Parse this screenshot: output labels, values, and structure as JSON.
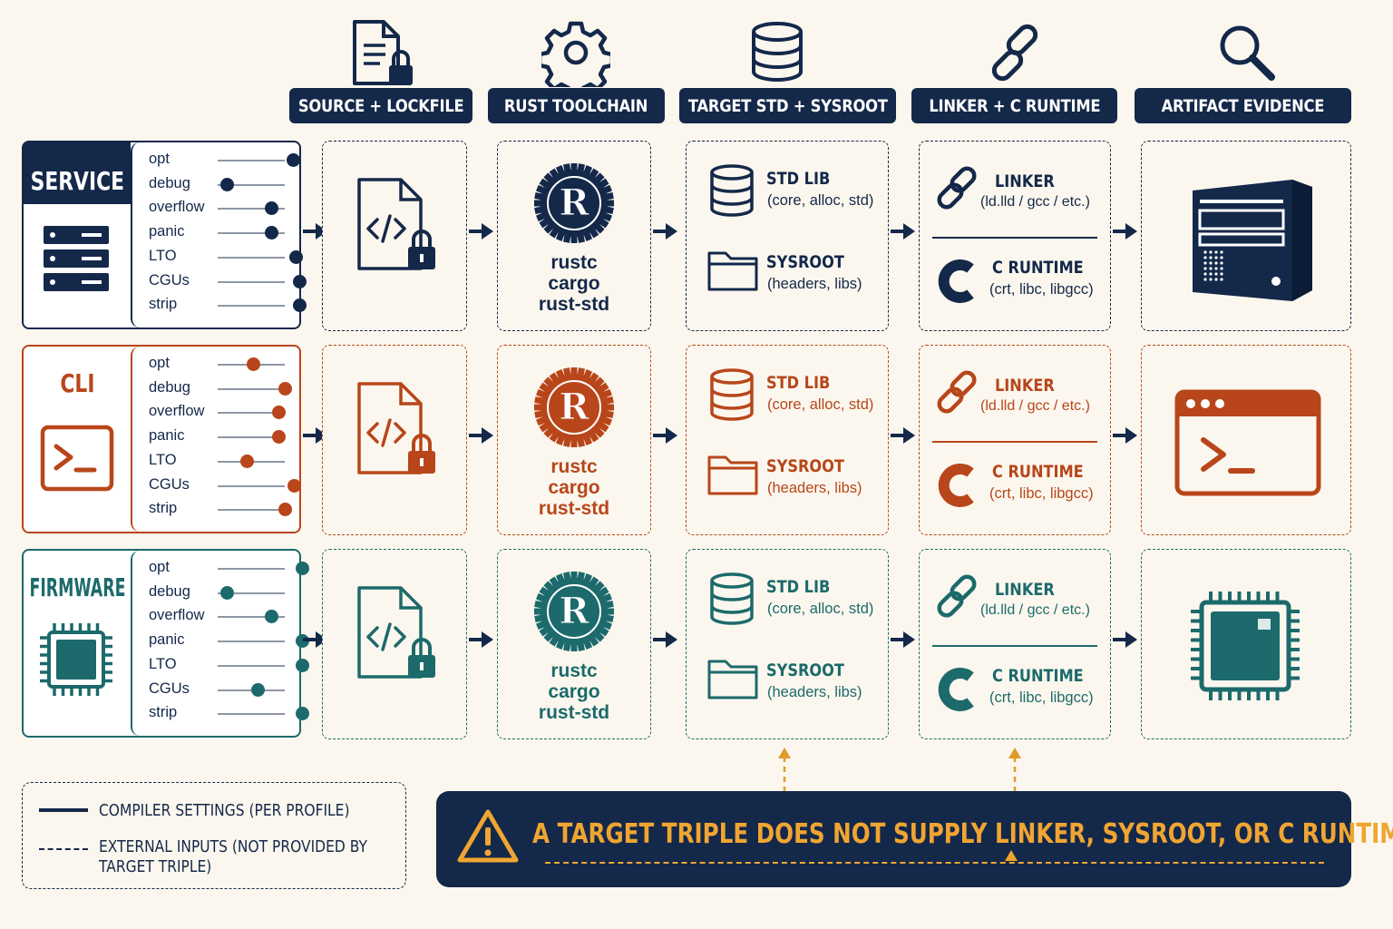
{
  "columns": [
    {
      "label": "SOURCE + LOCKFILE",
      "icon": "file-lock-icon"
    },
    {
      "label": "RUST TOOLCHAIN",
      "icon": "gear-icon"
    },
    {
      "label": "TARGET STD + SYSROOT",
      "icon": "database-icon"
    },
    {
      "label": "LINKER + C RUNTIME",
      "icon": "chain-link-icon"
    },
    {
      "label": "ARTIFACT EVIDENCE",
      "icon": "magnifier-icon"
    }
  ],
  "setting_labels": [
    "opt",
    "debug",
    "overflow",
    "panic",
    "LTO",
    "CGUs",
    "strip"
  ],
  "profiles": [
    {
      "name": "SERVICE",
      "color": "#14284a",
      "icon": "server-rack-icon",
      "artifact_icon": "server-tower-icon",
      "settings": [
        0.85,
        0.1,
        0.6,
        0.6,
        0.88,
        0.92,
        0.92
      ]
    },
    {
      "name": "CLI",
      "color": "#b8461a",
      "icon": "terminal-icon",
      "artifact_icon": "terminal-window-icon",
      "settings": [
        0.4,
        0.75,
        0.68,
        0.68,
        0.33,
        0.86,
        0.75
      ]
    },
    {
      "name": "FIRMWARE",
      "color": "#1c6a6b",
      "icon": "chip-icon",
      "artifact_icon": "chip-icon",
      "settings": [
        0.95,
        0.1,
        0.6,
        0.95,
        0.95,
        0.45,
        0.95
      ]
    }
  ],
  "toolchain": [
    "rustc",
    "cargo",
    "rust-std"
  ],
  "std_lib": {
    "title": "STD LIB",
    "sub": "(core, alloc, std)"
  },
  "sysroot": {
    "title": "SYSROOT",
    "sub": "(headers, libs)"
  },
  "linker": {
    "title": "LINKER",
    "sub": "(ld.lld / gcc / etc.)"
  },
  "c_runtime": {
    "title": "C RUNTIME",
    "sub": "(crt, libc, libgcc)"
  },
  "legend": {
    "solid": "COMPILER SETTINGS (PER PROFILE)",
    "dashed_line1": "EXTERNAL INPUTS (NOT PROVIDED BY",
    "dashed_line2": "TARGET TRIPLE)"
  },
  "warning": "A TARGET TRIPLE DOES NOT SUPPLY LINKER, SYSROOT, OR C RUNTIME.",
  "colors": {
    "navy": "#14284a",
    "rust": "#b8461a",
    "teal": "#1c6a6b",
    "amber": "#f0a531",
    "background": "#fbf7ee"
  }
}
